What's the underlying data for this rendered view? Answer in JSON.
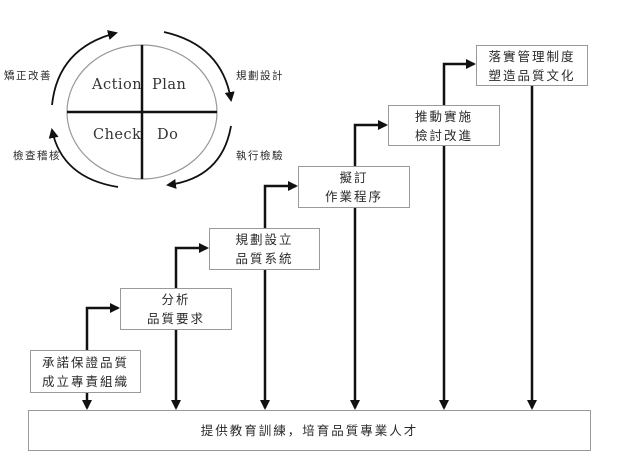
{
  "pdca": {
    "quadrants": {
      "action": "Action",
      "plan": "Plan",
      "check": "Check",
      "do": "Do"
    },
    "cycle_labels": {
      "top_left": "矯正改善",
      "top_right": "規劃設計",
      "bottom_right": "執行檢驗",
      "bottom_left": "檢查稽核"
    }
  },
  "steps": [
    {
      "line1": "承諾保證品質",
      "line2": "成立專責組織"
    },
    {
      "line1": "分析",
      "line2": "品質要求"
    },
    {
      "line1": "規劃設立",
      "line2": "品質系統"
    },
    {
      "line1": "擬訂",
      "line2": "作業程序"
    },
    {
      "line1": "推動實施",
      "line2": "檢討改進"
    },
    {
      "line1": "落實管理制度",
      "line2": "塑造品質文化"
    }
  ],
  "foundation": {
    "text": "提供教育訓練，培育品質專業人才"
  }
}
